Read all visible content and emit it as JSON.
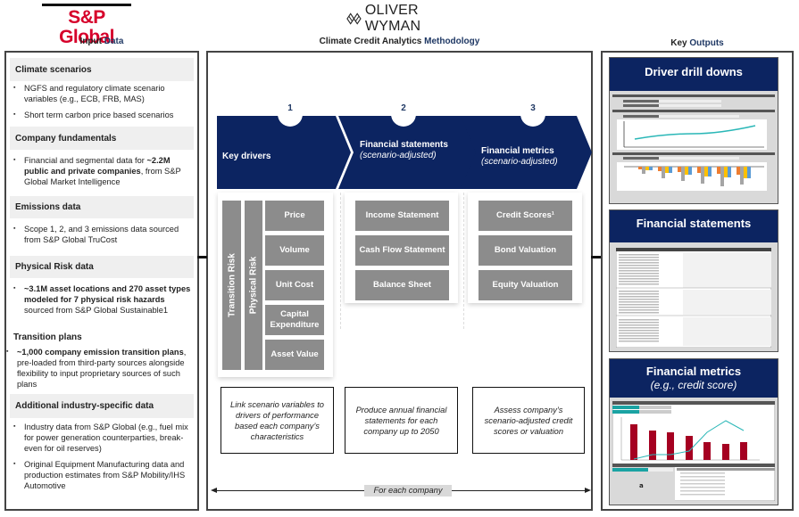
{
  "header": {
    "sp_logo": "S&P Global",
    "ow_logo": "OLIVER WYMAN",
    "input_title": [
      "Input ",
      "Data"
    ],
    "method_title": [
      "Climate Credit Analytics ",
      "Methodology"
    ],
    "output_title": [
      "Key ",
      "Outputs"
    ]
  },
  "input_sections": [
    {
      "title": "Climate scenarios",
      "bullets": [
        [
          {
            "t": "NGFS and regulatory climate scenario variables (e.g., ECB, FRB, MAS)",
            "b": false
          }
        ],
        [
          {
            "t": "Short term carbon price based scenarios",
            "b": false
          }
        ]
      ]
    },
    {
      "title": "Company fundamentals",
      "bullets": [
        [
          {
            "t": "Financial and segmental data for ",
            "b": false
          },
          {
            "t": "~2.2M public and private companies",
            "b": true
          },
          {
            "t": ", from S&P Global Market Intelligence",
            "b": false
          }
        ]
      ]
    },
    {
      "title": "Emissions data",
      "bullets": [
        [
          {
            "t": "Scope 1, 2, and 3 emissions data sourced from S&P Global TruCost",
            "b": false
          }
        ]
      ]
    },
    {
      "title": "Physical Risk data",
      "bullets": [
        [
          {
            "t": "~3.1M asset locations and 270 asset types modeled for 7 physical risk hazards",
            "b": true
          },
          {
            "t": " sourced from S&P Global Sustainable1",
            "b": false
          }
        ]
      ]
    },
    {
      "title": "Transition plans",
      "bullets": [
        [
          {
            "t": "~1,000 company emission transition plans",
            "b": true
          },
          {
            "t": ", pre-loaded from third-party sources alongside flexibility to input proprietary sources of such plans",
            "b": false
          }
        ]
      ]
    },
    {
      "title": "Additional industry-specific data",
      "bullets": [
        [
          {
            "t": "Industry data from S&P Global (e.g., fuel mix for power generation counterparties, break-even for oil reserves)",
            "b": false
          }
        ],
        [
          {
            "t": "Original Equipment Manufacturing data and production estimates from S&P Mobility/IHS Automotive",
            "b": false
          }
        ]
      ]
    }
  ],
  "steps": [
    {
      "num": "1",
      "title": "Key drivers",
      "subtitle": ""
    },
    {
      "num": "2",
      "title": "Financial statements",
      "subtitle": "(scenario-adjusted)"
    },
    {
      "num": "3",
      "title": "Financial metrics",
      "subtitle": "(scenario-adjusted)"
    }
  ],
  "drivers": {
    "risk_bars": [
      "Transition Risk",
      "Physical Risk"
    ],
    "items": [
      "Price",
      "Volume",
      "Unit Cost",
      "Capital Expenditure",
      "Asset Value"
    ]
  },
  "statements": [
    "Income Statement",
    "Cash Flow Statement",
    "Balance Sheet"
  ],
  "metrics": [
    "Credit Scores¹",
    "Bond Valuation",
    "Equity Valuation"
  ],
  "descriptions": [
    "Link scenario variables to drivers of performance based each company’s characteristics",
    "Produce annual financial statements for each company up to 2050",
    "Assess company’s scenario-adjusted credit scores or valuation"
  ],
  "for_each_label": "For each company",
  "outputs": [
    {
      "title": "Driver drill downs",
      "subtitle": ""
    },
    {
      "title": "Financial statements",
      "subtitle": ""
    },
    {
      "title": "Financial metrics",
      "subtitle": "(e.g., credit score)"
    }
  ],
  "colors": {
    "navy": "#0c2461",
    "brand_red": "#d6002a",
    "accent_title": "#1f3864",
    "grey_box": "#8c8c8c",
    "teal": "#2ab7b7",
    "bar_red": "#a50021"
  }
}
